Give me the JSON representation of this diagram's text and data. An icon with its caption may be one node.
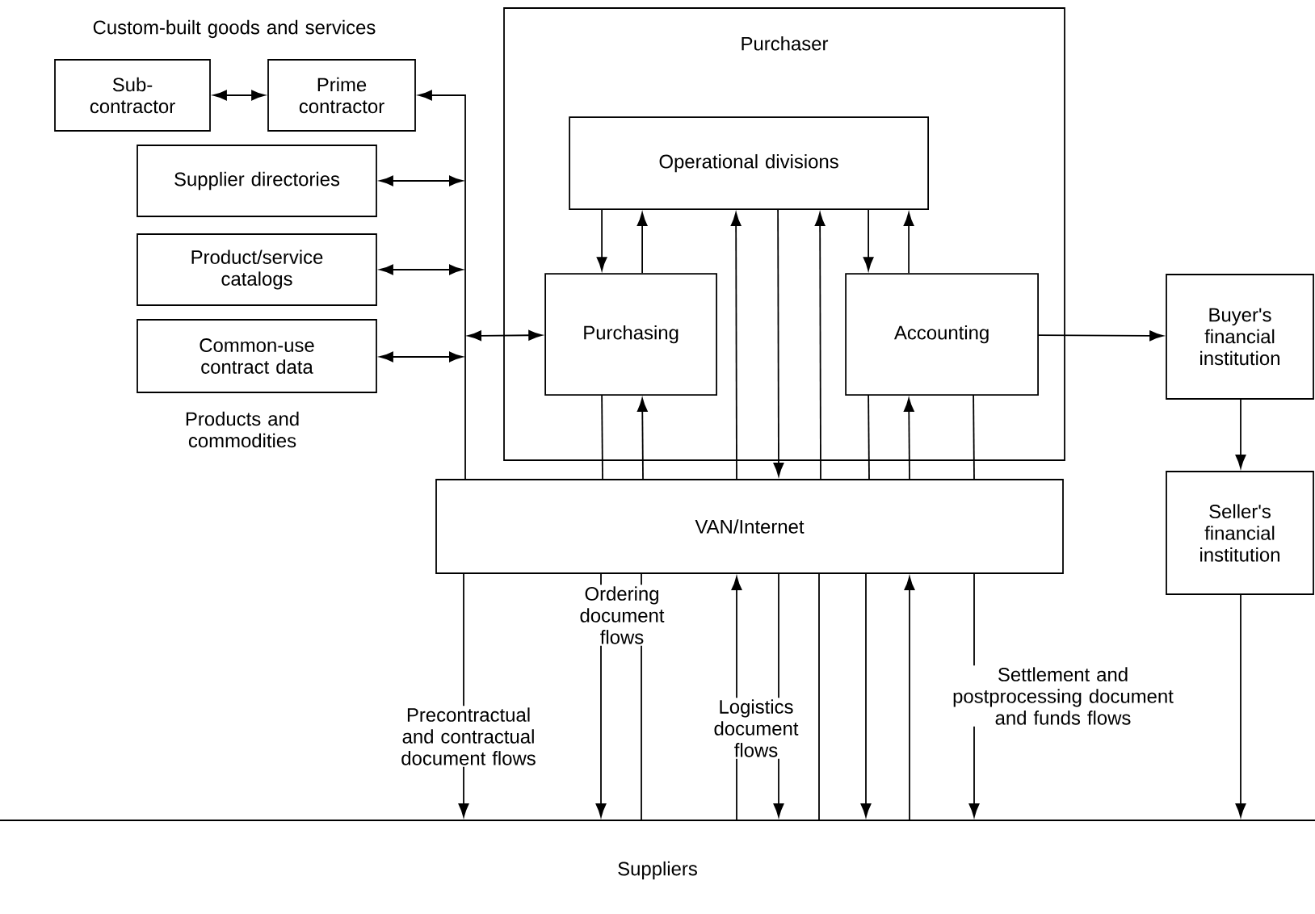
{
  "diagram": {
    "nodes": [
      {
        "text": [
          "Purchaser"
        ]
      },
      {
        "text": [
          "Sub-contractor"
        ]
      },
      {
        "text": [
          "Prime contractor"
        ]
      },
      {
        "text": [
          "Supplier directories"
        ]
      },
      {
        "text": [
          "Product/service catalogs"
        ]
      },
      {
        "text": [
          "Common-use contract data"
        ]
      },
      {
        "text": [
          "Operational divisions"
        ],
        "in": 0
      },
      {
        "text": [
          "Purchasing"
        ],
        "in": 0
      },
      {
        "text": [
          "Accounting"
        ],
        "in": 0
      },
      {
        "text": [
          "Buyer's financial institution"
        ]
      },
      {
        "text": [
          "Seller's financial institution"
        ]
      },
      {
        "text": [
          "VAN/Internet"
        ]
      },
      {
        "text": [
          "Suppliers"
        ]
      }
    ],
    "edges": [
      {
        "from": 1,
        "to": 2,
        "arrow": "both"
      },
      {
        "from": 11,
        "to": 2,
        "arrow": "to"
      },
      {
        "from": 3,
        "to": null,
        "arrow": "both"
      },
      {
        "from": 4,
        "to": null,
        "arrow": "both"
      },
      {
        "from": 5,
        "to": null,
        "arrow": "both"
      },
      {
        "from": 7,
        "to": null,
        "arrow": "both"
      },
      {
        "from": 6,
        "to": 7,
        "arrow": "to"
      },
      {
        "from": 7,
        "to": 6,
        "arrow": "to"
      },
      {
        "from": 6,
        "to": 8,
        "arrow": "to"
      },
      {
        "from": 8,
        "to": 6,
        "arrow": "to"
      },
      {
        "from": 7,
        "to": 11,
        "arrow": "none"
      },
      {
        "from": 11,
        "to": 7,
        "arrow": "to"
      },
      {
        "from": 11,
        "to": 6,
        "arrow": "to"
      },
      {
        "from": 6,
        "to": 11,
        "arrow": "to"
      },
      {
        "from": 11,
        "to": 6,
        "arrow": "to"
      },
      {
        "from": 8,
        "to": 11,
        "arrow": "none"
      },
      {
        "from": 11,
        "to": 8,
        "arrow": "to"
      },
      {
        "from": 8,
        "to": 11,
        "arrow": "none"
      },
      {
        "from": 8,
        "to": 9,
        "arrow": "to"
      },
      {
        "from": 9,
        "to": 10,
        "arrow": "to"
      },
      {
        "from": 10,
        "to": 12,
        "arrow": "to"
      },
      {
        "from": 11,
        "to": 12,
        "arrow": "to"
      },
      {
        "from": 11,
        "to": 12,
        "arrow": "to"
      },
      {
        "from": 11,
        "to": 12,
        "arrow": "none"
      },
      {
        "from": 12,
        "to": 11,
        "arrow": "to"
      },
      {
        "from": 11,
        "to": 12,
        "arrow": "to"
      },
      {
        "from": 11,
        "to": 12,
        "arrow": "none"
      },
      {
        "from": 11,
        "to": 12,
        "arrow": "to"
      },
      {
        "from": 12,
        "to": 11,
        "arrow": "to"
      },
      {
        "from": 11,
        "to": 12,
        "arrow": "to"
      }
    ],
    "labels": [
      "Custom-built goods and services",
      "Products and commodities",
      "Ordering document flows",
      "Settlement and postprocessing document and funds flows",
      "Precontractual and contractual document flows",
      "Logistics document flows"
    ]
  }
}
